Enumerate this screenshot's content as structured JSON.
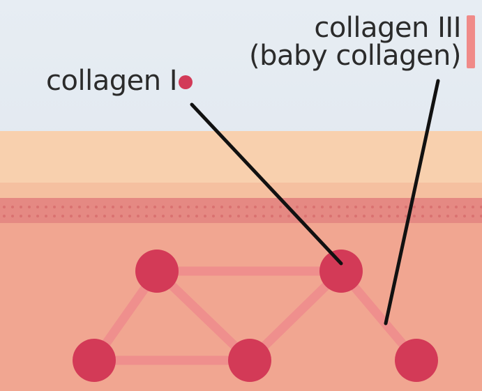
{
  "labels": {
    "collagen_i": "collagen I",
    "collagen_iii_line1": "collagen III",
    "collagen_iii_line2": "(baby collagen)"
  },
  "colors": {
    "collagen_i_node": "#d23a58",
    "collagen_iii_fiber": "#f08a88",
    "skin_top": "#f7cba7",
    "skin_mid": "#f5c3a1",
    "skin_dermis": "#f3a68f",
    "dotted_band": "#e98c84",
    "pointer_line": "#111111"
  },
  "legend": {
    "collagen_i_marker": "dot",
    "collagen_iii_marker": "bar"
  }
}
